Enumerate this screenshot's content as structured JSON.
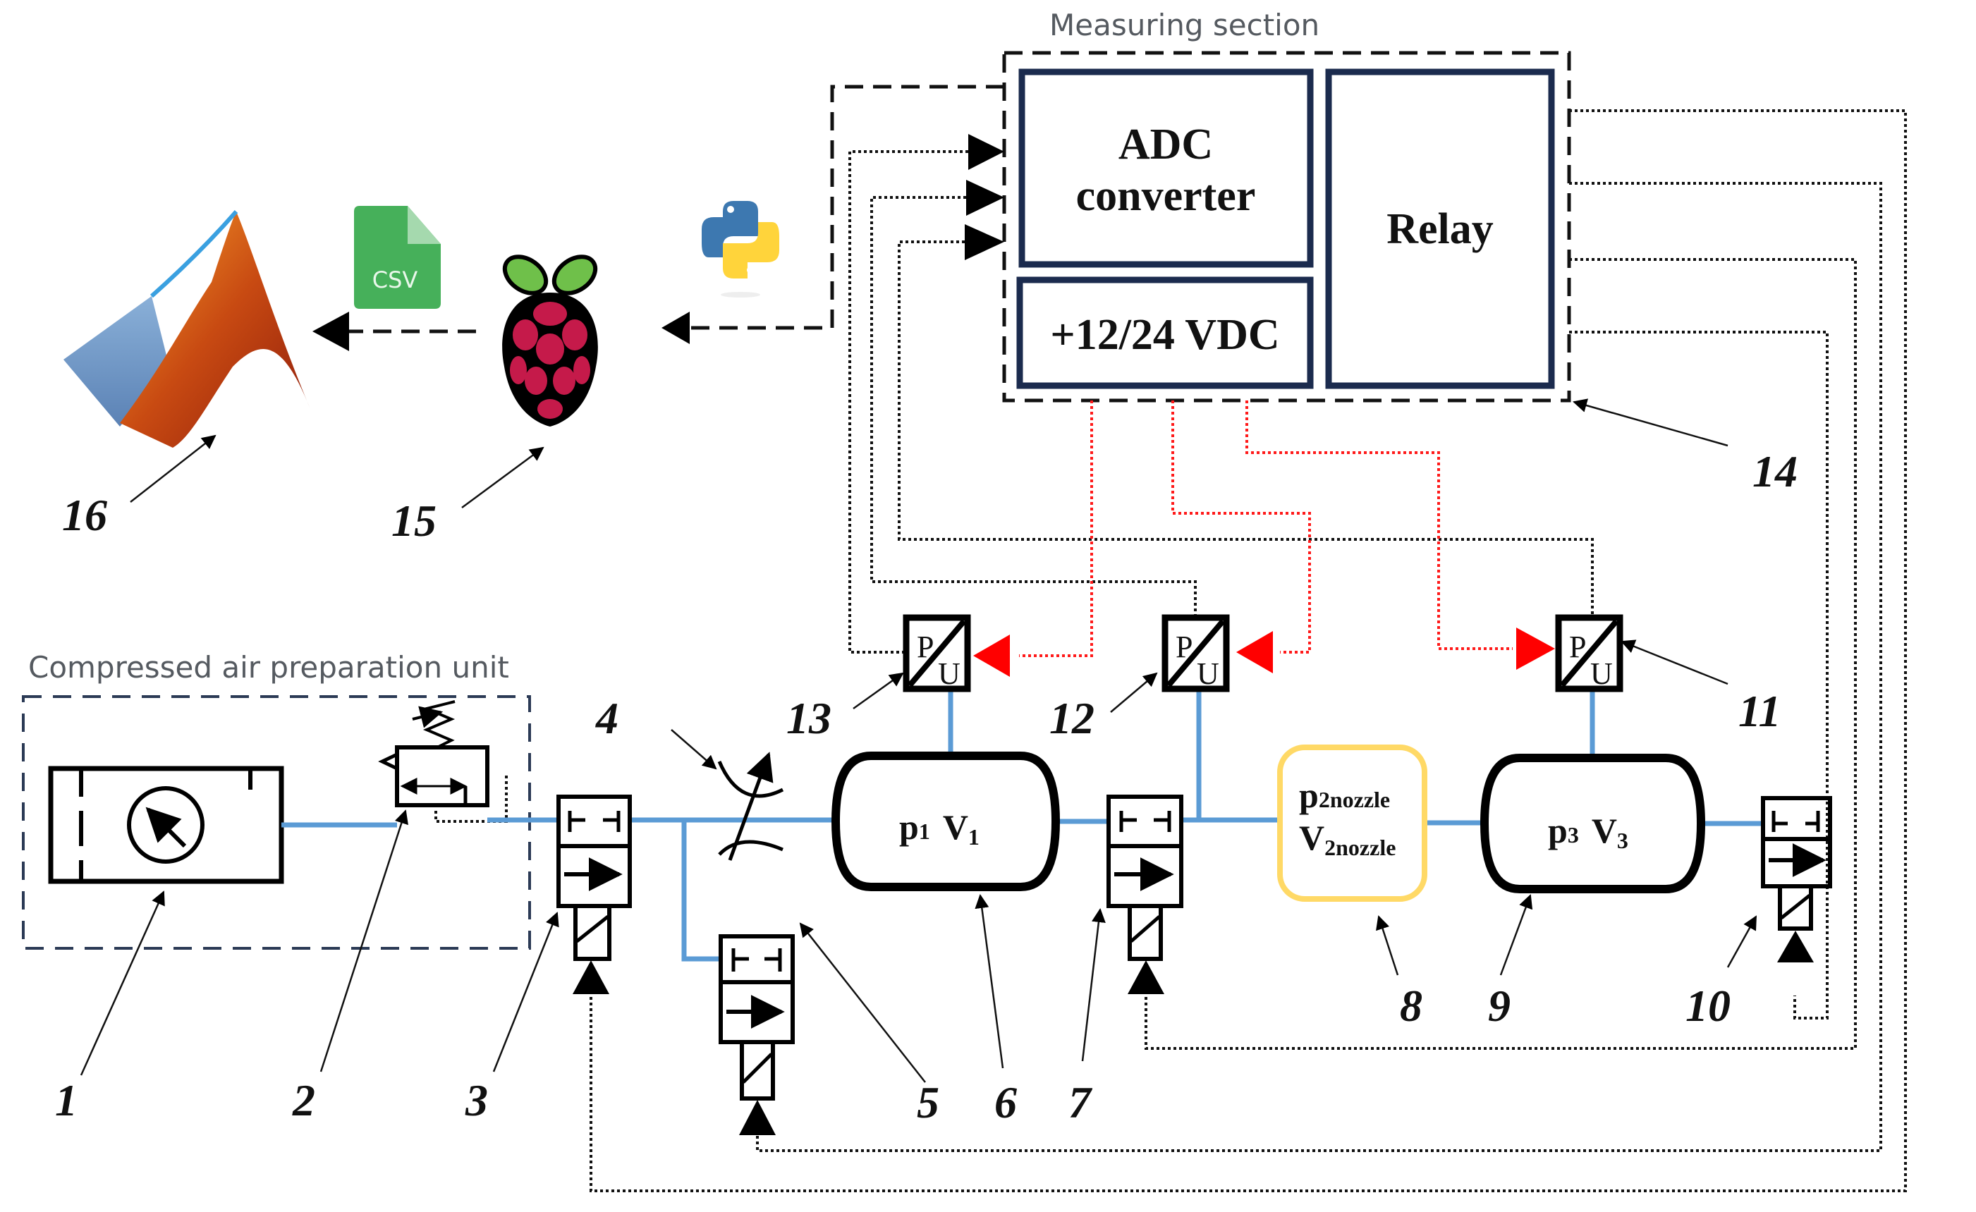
{
  "diagram": {
    "sections": {
      "measuring": "Measuring section",
      "air_prep": "Compressed air preparation unit"
    },
    "blocks": {
      "adc_line1": "ADC",
      "adc_line2": "converter",
      "power": "+12/24 VDC",
      "relay": "Relay"
    },
    "icons": {
      "matlab": "matlab-logo-icon",
      "csv": "csv-file-icon",
      "raspberry": "raspberry-pi-icon",
      "python": "python-logo-icon",
      "csv_text": "CSV"
    },
    "tanks": {
      "t1_p": "p",
      "t1_psub": "1",
      "t1_v": "V",
      "t1_vsub": "1",
      "nozzle_p": "p",
      "nozzle_psub": "2nozzle",
      "nozzle_v": "V",
      "nozzle_vsub": "2nozzle",
      "t3_p": "p",
      "t3_psub": "3",
      "t3_v": "V",
      "t3_vsub": "3"
    },
    "sensor": {
      "p": "P",
      "u": "U"
    },
    "colors": {
      "pipe": "#5b9bd5",
      "power_signal": "#ff1a1a",
      "nozzle_border": "#ffd966",
      "block_border": "#1b2b4e"
    },
    "labels": [
      "1",
      "2",
      "3",
      "4",
      "5",
      "6",
      "7",
      "8",
      "9",
      "10",
      "11",
      "12",
      "13",
      "14",
      "15",
      "16"
    ]
  }
}
